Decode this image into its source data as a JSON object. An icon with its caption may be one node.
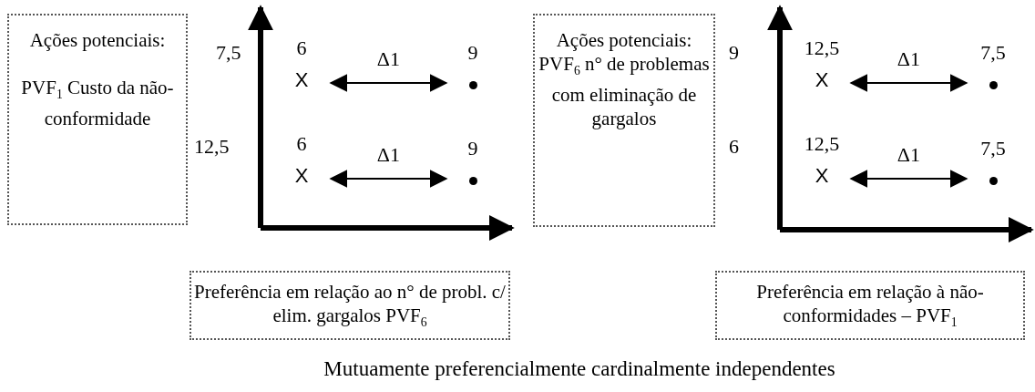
{
  "diagram": {
    "caption": "Mutuamente preferencialmente cardinalmente independentes",
    "nodes": [
      {
        "text": [
          "Ações potenciais:",
          "PVF$_{1}$ Custo da não-conformidade"
        ]
      },
      {
        "text": [
          "Preferência em relação ao n° de probl. c/ elim. gargalos PVF$_{6}$"
        ]
      },
      {
        "text": [
          "Ações potenciais:",
          "PVF$_{6}$ n° de problemas com eliminação de gargalos"
        ]
      },
      {
        "text": [
          "Preferência em relação à não-conformidades – PVF$_{1}$"
        ]
      },
      {
        "text": [
          "X"
        ],
        "beside": [
          "6"
        ]
      },
      {
        "text": [],
        "shape": "circle",
        "beside": [
          "9"
        ]
      },
      {
        "text": [
          "X"
        ],
        "beside": [
          "6"
        ]
      },
      {
        "text": [],
        "shape": "circle",
        "beside": [
          "9"
        ]
      },
      {
        "text": [
          "X"
        ],
        "beside": [
          "12,5"
        ]
      },
      {
        "text": [],
        "shape": "circle",
        "beside": [
          "7,5"
        ]
      },
      {
        "text": [
          "X"
        ],
        "beside": [
          "12,5"
        ]
      },
      {
        "text": [],
        "shape": "circle",
        "beside": [
          "7,5"
        ]
      }
    ],
    "edges": [
      {
        "from": 4,
        "to": 5,
        "arrow": "both",
        "label": "Δ1"
      },
      {
        "from": 6,
        "to": 7,
        "arrow": "both",
        "label": "Δ1"
      },
      {
        "from": 8,
        "to": 9,
        "arrow": "both",
        "label": "Δ1"
      },
      {
        "from": 10,
        "to": 11,
        "arrow": "both",
        "label": "Δ1"
      }
    ],
    "labels": [
      "7,5",
      "12,5",
      "9",
      "6"
    ]
  }
}
